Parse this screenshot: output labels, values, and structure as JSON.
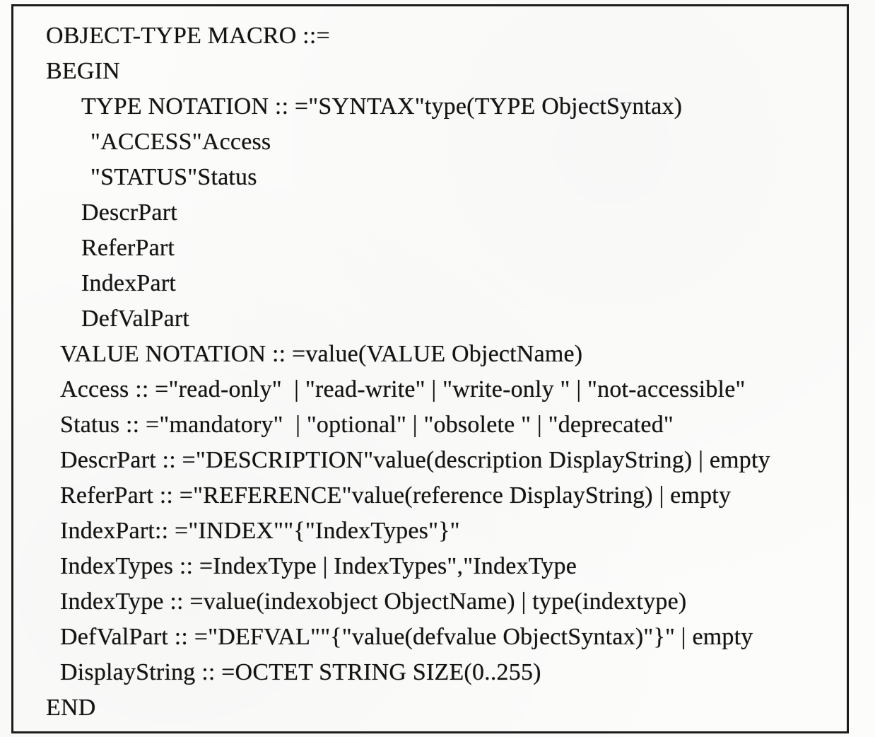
{
  "colors": {
    "ink": "#141414",
    "border": "#1c1c1c",
    "paper": "#fcfcfb"
  },
  "document": {
    "description": "OBJECT-TYPE macro definition",
    "lines": [
      {
        "indent": 0,
        "text": "OBJECT-TYPE MACRO ::="
      },
      {
        "indent": 0,
        "text": "BEGIN"
      },
      {
        "indent": 2,
        "text": "TYPE NOTATION :: =\"SYNTAX\"type(TYPE ObjectSyntax)"
      },
      {
        "indent": 3,
        "text": "\"ACCESS\"Access"
      },
      {
        "indent": 3,
        "text": "\"STATUS\"Status"
      },
      {
        "indent": 2,
        "text": "DescrPart"
      },
      {
        "indent": 2,
        "text": "ReferPart"
      },
      {
        "indent": 2,
        "text": "IndexPart"
      },
      {
        "indent": 2,
        "text": "DefValPart"
      },
      {
        "indent": 1,
        "text": "VALUE NOTATION :: =value(VALUE ObjectName)"
      },
      {
        "indent": 1,
        "text": "Access :: =\"read-only\"  | \"read-write\" | \"write-only \" | \"not-accessible\""
      },
      {
        "indent": 1,
        "text": "Status :: =\"mandatory\"  | \"optional\" | \"obsolete \" | \"deprecated\""
      },
      {
        "indent": 1,
        "text": "DescrPart :: =\"DESCRIPTION\"value(description DisplayString) | empty"
      },
      {
        "indent": 1,
        "text": "ReferPart :: =\"REFERENCE\"value(reference DisplayString) | empty"
      },
      {
        "indent": 1,
        "text": "IndexPart:: =\"INDEX\"\"{\"IndexTypes\"}\""
      },
      {
        "indent": 1,
        "text": "IndexTypes :: =IndexType | IndexTypes\",\"IndexType"
      },
      {
        "indent": 1,
        "text": "IndexType :: =value(indexobject ObjectName) | type(indextype)"
      },
      {
        "indent": 1,
        "text": "DefValPart :: =\"DEFVAL\"\"{\"value(defvalue ObjectSyntax)\"}\" | empty"
      },
      {
        "indent": 1,
        "text": "DisplayString :: =OCTET STRING SIZE(0..255)"
      },
      {
        "indent": 0,
        "text": "END"
      }
    ]
  }
}
